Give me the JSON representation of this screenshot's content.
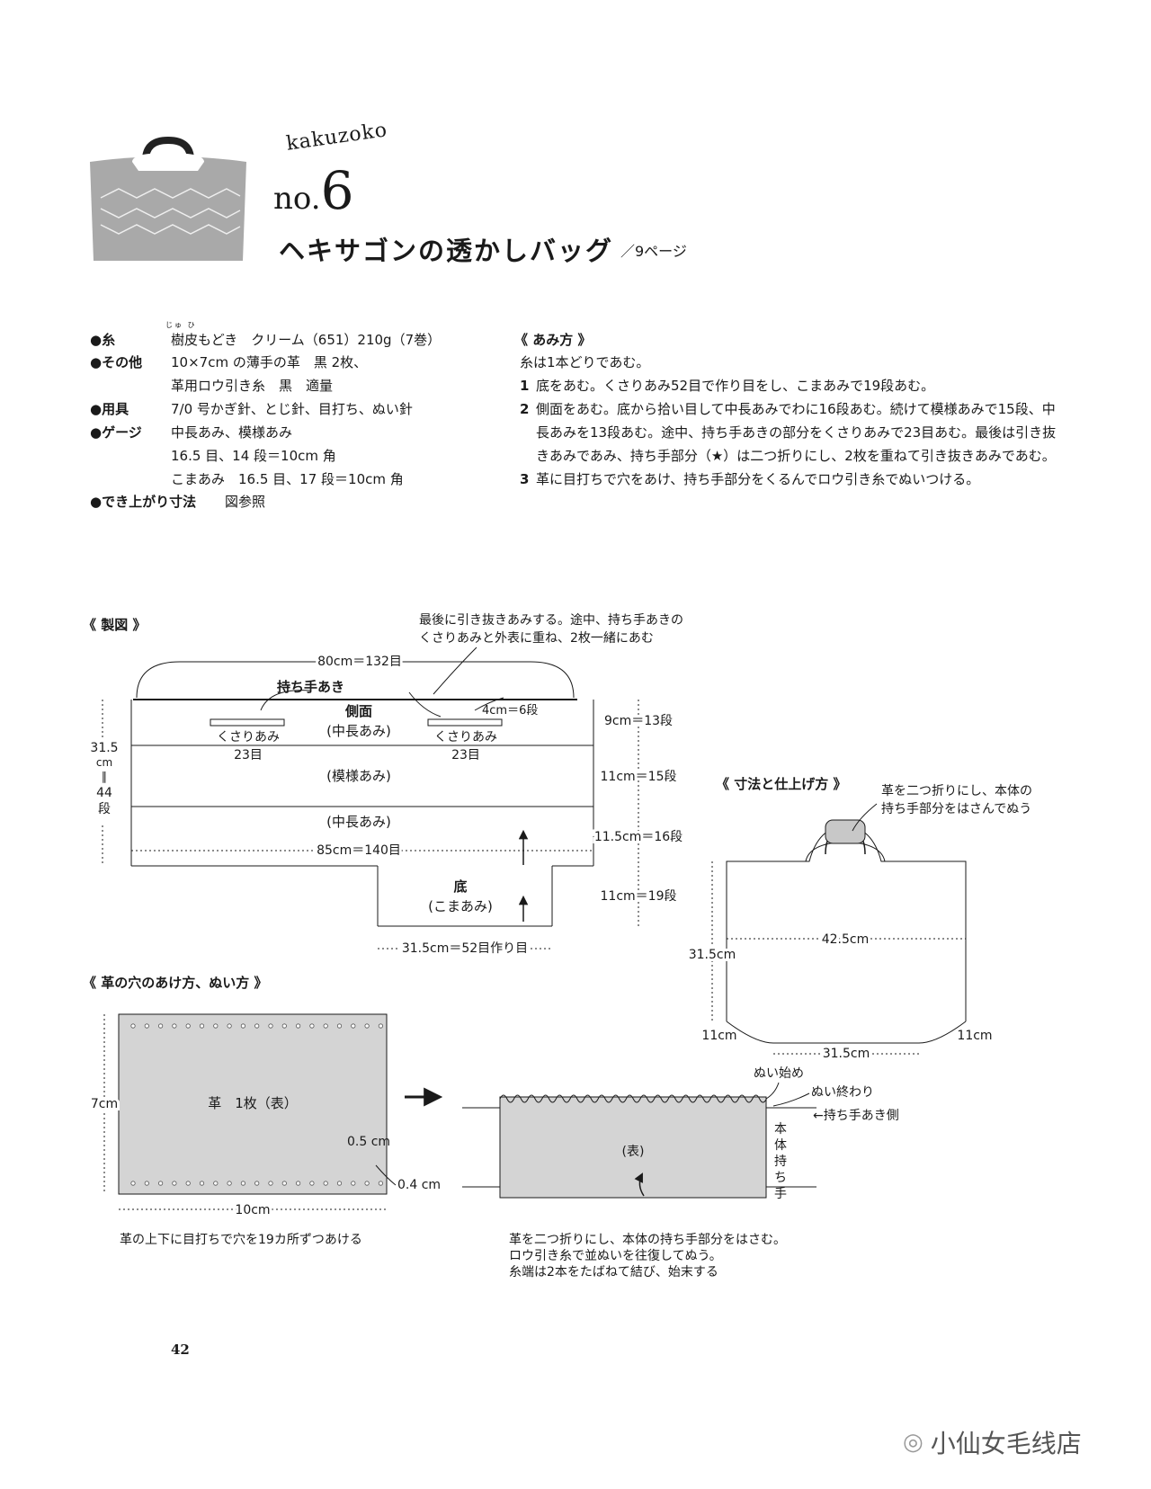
{
  "header": {
    "romaji": "kakuzoko",
    "number_prefix": "no.",
    "number": "6",
    "title": "ヘキサゴンの透かしバッグ",
    "page_ref": "／9ページ"
  },
  "specs": [
    {
      "label": "●糸",
      "lines": [
        "樹皮もどき　クリーム（651）210g（7巻）"
      ],
      "ruby": "じゅ ひ"
    },
    {
      "label": "●その他",
      "lines": [
        "10×7cm の薄手の革　黒 2枚、",
        "革用ロウ引き糸　黒　適量"
      ]
    },
    {
      "label": "●用具",
      "lines": [
        "7/0 号かぎ針、とじ針、目打ち、ぬい針"
      ]
    },
    {
      "label": "●ゲージ",
      "lines": [
        "中長あみ、模様あみ",
        "16.5 目、14 段＝10cm 角",
        "こまあみ　16.5 目、17 段＝10cm 角"
      ]
    },
    {
      "label": "●でき上がり寸法",
      "lines": [
        "図参照"
      ]
    }
  ],
  "method": {
    "title": "《 あみ方 》",
    "intro": "糸は1本どりであむ。",
    "steps": [
      {
        "num": "1",
        "text": "底をあむ。くさりあみ52目で作り目をし、こまあみで19段あむ。"
      },
      {
        "num": "2",
        "text": "側面をあむ。底から拾い目して中長あみでわに16段あむ。続けて模様あみで15段、中長あみを13段あむ。途中、持ち手あきの部分をくさりあみで23目あむ。最後は引き抜きあみであみ、持ち手部分（★）は二つ折りにし、2枚を重ねて引き抜きあみであむ。"
      },
      {
        "num": "3",
        "text": "革に目打ちで穴をあけ、持ち手部分をくるんでロウ引き糸でぬいつける。"
      }
    ]
  },
  "diagram1": {
    "title": "《 製図 》",
    "note_line1": "最後に引き抜きあみする。途中、持ち手あきの",
    "note_line2": "くさりあみと外表に重ね、2枚一緒にあむ",
    "top_width": "80cm＝132目",
    "handle_label": "持ち手あき",
    "side_label": "側面",
    "side_stitch": "(中長あみ)",
    "four_cm": "4cm＝6段",
    "chain_left": "くさりあみ",
    "chain_left_count": "23目",
    "chain_right": "くさりあみ",
    "chain_right_count": "23目",
    "pattern": "(模様あみ)",
    "lower_stitch": "(中長あみ)",
    "bottom_width": "85cm＝140目",
    "base_label": "底",
    "base_stitch": "(こまあみ)",
    "base_width": "31.5cm＝52目作り目",
    "left_height_1": "31.5",
    "left_height_2": "cm",
    "left_height_3": "∥",
    "left_height_4": "44",
    "left_height_5": "段",
    "right_dims": [
      "9cm＝13段",
      "11cm＝15段",
      "11.5cm＝16段",
      "11cm＝19段"
    ]
  },
  "diagram2": {
    "title": "《 寸法と仕上げ方 》",
    "note_line1": "革を二つ折りにし、本体の",
    "note_line2": "持ち手部分をはさんでぬう",
    "width": "42.5cm",
    "height": "31.5cm",
    "gusset_left": "11cm",
    "gusset_right": "11cm",
    "base": "31.5cm"
  },
  "diagram3": {
    "title": "《 革の穴のあけ方、ぬい方 》",
    "leather_label": "革　1枚（表）",
    "height": "7cm",
    "width": "10cm",
    "margin_a": "0.5 cm",
    "margin_b": "0.4 cm",
    "caption": "革の上下に目打ちで穴を19カ所ずつあける",
    "omote": "(表)",
    "start_label": "ぬい始め",
    "end_label": "ぬい終わり",
    "handle_side": "←持ち手あき側",
    "vertical_label": "本体持ち手",
    "caption2_line1": "革を二つ折りにし、本体の持ち手部分をはさむ。",
    "caption2_line2": "ロウ引き糸で並ぬいを往復してぬう。",
    "caption2_line3": "糸端は2本をたばねて結び、始末する"
  },
  "footer": {
    "page_number": "42",
    "watermark": "小仙女毛线店"
  },
  "colors": {
    "ink": "#1a1a1a",
    "leather_fill": "#d4d4d4",
    "bag_fill": "#a9a9a9"
  }
}
